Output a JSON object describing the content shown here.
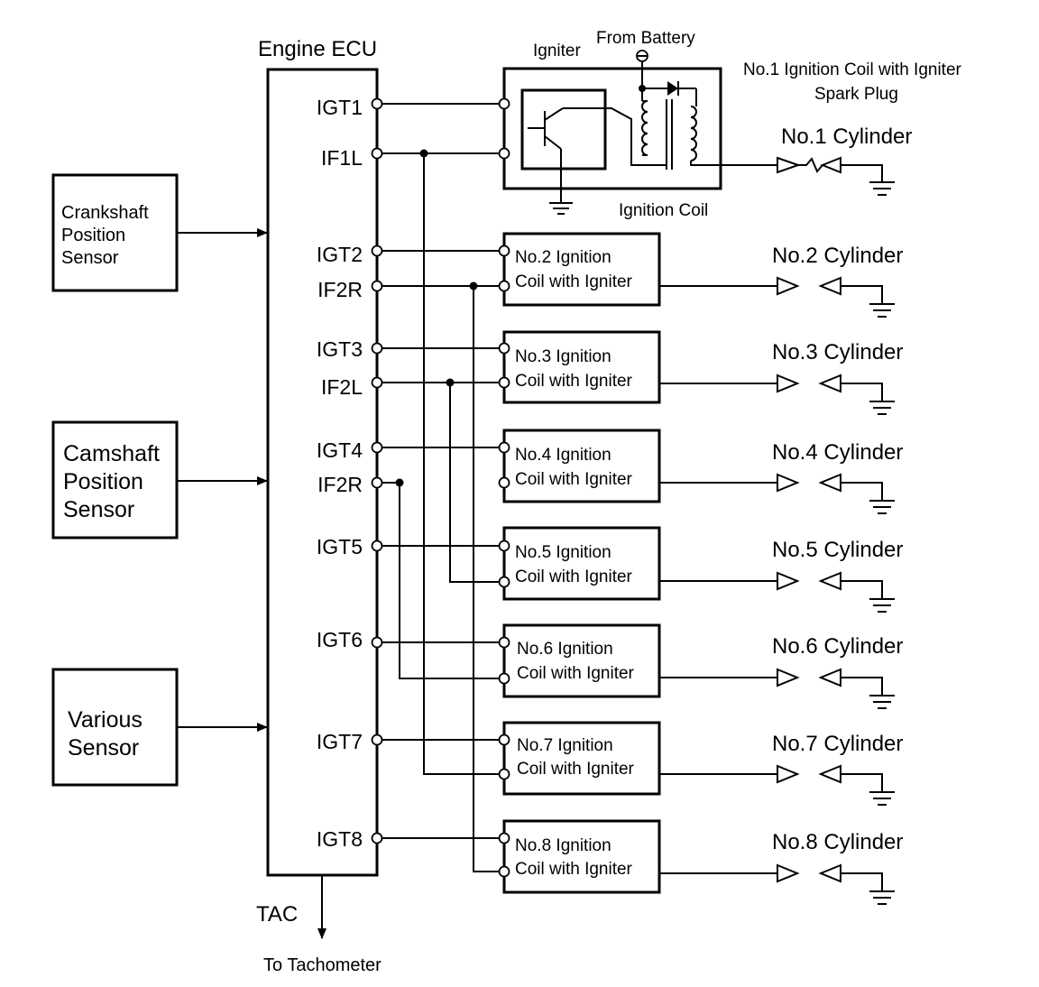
{
  "ecu": {
    "title": "Engine ECU",
    "pins": [
      "IGT1",
      "IF1L",
      "IGT2",
      "IF2R",
      "IGT3",
      "IF2L",
      "IGT4",
      "IF2R",
      "IGT5",
      "IGT6",
      "IGT7",
      "IGT8"
    ],
    "tac_label": "TAC",
    "tac_target": "To Tachometer"
  },
  "sensors": [
    {
      "lines": [
        "Crankshaft",
        "Position",
        "Sensor"
      ]
    },
    {
      "lines": [
        "Camshaft",
        "Position",
        "Sensor"
      ]
    },
    {
      "lines": [
        "Various",
        "Sensor"
      ]
    }
  ],
  "coil1": {
    "igniter_label": "Igniter",
    "battery_label": "From Battery",
    "coil_label": "Ignition Coil",
    "header_line1": "No.1 Ignition Coil with Igniter",
    "header_line2": "Spark Plug"
  },
  "coils": [
    {
      "line1": "No.2 Ignition",
      "line2": "Coil with Igniter"
    },
    {
      "line1": "No.3 Ignition",
      "line2": "Coil with Igniter"
    },
    {
      "line1": "No.4 Ignition",
      "line2": "Coil with Igniter"
    },
    {
      "line1": "No.5 Ignition",
      "line2": "Coil with Igniter"
    },
    {
      "line1": "No.6 Ignition",
      "line2": "Coil with Igniter"
    },
    {
      "line1": "No.7 Ignition",
      "line2": "Coil with Igniter"
    },
    {
      "line1": "No.8 Ignition",
      "line2": "Coil with Igniter"
    }
  ],
  "cylinders": [
    "No.1 Cylinder",
    "No.2 Cylinder",
    "No.3 Cylinder",
    "No.4 Cylinder",
    "No.5 Cylinder",
    "No.6 Cylinder",
    "No.7 Cylinder",
    "No.8 Cylinder"
  ]
}
